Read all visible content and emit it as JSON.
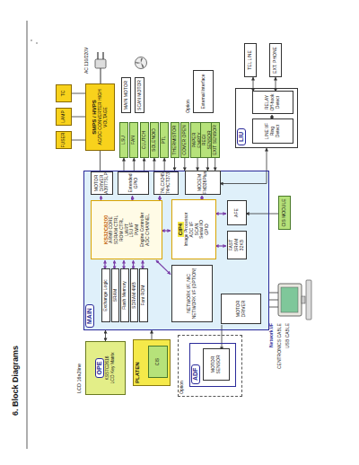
{
  "diagram": {
    "title": "6. Block Diagrams",
    "nodes": [
      {
        "text": [
          "MAIN"
        ]
      },
      {
        "text": [
          "Exchange Logic"
        ],
        "in": 0
      },
      {
        "text": [
          "SRAM"
        ],
        "in": 0
      },
      {
        "text": [
          "Flash Memory"
        ],
        "in": 0
      },
      {
        "text": [
          "SDRAM 4MB"
        ],
        "in": 0
      },
      {
        "text": [
          "Font ROM"
        ],
        "in": 0
      },
      {
        "text": [
          "KS32C6200",
          "ARM9 CORE",
          "SDRAM CTRL",
          "ROM CTRL",
          "UART",
          "LSU I/F",
          "PWM",
          "Engine Controller",
          "ADC CHANNEL"
        ],
        "in": 0
      },
      {
        "text": [
          "MOTOR DRIVER",
          "A3977SLP"
        ],
        "in": 0
      },
      {
        "text": [
          "Extended GPIO"
        ],
        "in": 0
      },
      {
        "text": [
          "74LCX245",
          "74HCT373"
        ],
        "in": 0
      },
      {
        "text": [
          "NETWORK I/F, NIC",
          "NETWORK I/F (OPTION)"
        ],
        "in": 0
      },
      {
        "text": [
          "CIP4",
          "Image Processor",
          "ADC I/F",
          "SCAN",
          "Serial I/O",
          "GPIO"
        ],
        "in": 0
      },
      {
        "text": [
          "MODEM",
          "FM336Plus"
        ],
        "in": 0
      },
      {
        "text": [
          "FAST SRAM",
          "32KB"
        ],
        "in": 0
      },
      {
        "text": [
          "AFE"
        ],
        "in": 0
      },
      {
        "text": [
          "MOTOR DRIVER"
        ],
        "in": 0
      },
      {
        "text": [
          "OPE",
          "KS57C2616",
          "LCD Key Matrix"
        ]
      },
      {
        "text": [
          "PLATEN"
        ]
      },
      {
        "text": [
          "CIS"
        ],
        "in": 17
      },
      {
        "text": [
          "Option"
        ]
      },
      {
        "text": [
          "ADF"
        ],
        "in": 19
      },
      {
        "text": [
          "MOTOR",
          "SENSOR"
        ],
        "in": 20
      },
      {
        "text": [
          "CIS MODULE"
        ]
      },
      {
        "text": [
          "External Interface"
        ]
      },
      {
        "text": [
          "SMPS / HVPS",
          "AC/DC CONVERTER HIGH VOLTAGE"
        ]
      },
      {
        "text": [
          "FUSER"
        ]
      },
      {
        "text": [
          "LAMP"
        ]
      },
      {
        "text": [
          "TC"
        ]
      },
      {
        "text": [
          "MAIN MOTOR"
        ]
      },
      {
        "text": [
          "SCAN MOTOR"
        ]
      },
      {
        "text": [
          "LSU"
        ]
      },
      {
        "text": [
          "FAN"
        ]
      },
      {
        "text": [
          "CLUTCH"
        ]
      },
      {
        "text": [
          "SOLENOID"
        ]
      },
      {
        "text": [
          "PTL"
        ]
      },
      {
        "text": [
          "THERMISTOR"
        ]
      },
      {
        "text": [
          "COVER OPEN"
        ]
      },
      {
        "text": [
          "PAPER EMPTY"
        ]
      },
      {
        "text": [
          "REGI SENSOR"
        ]
      },
      {
        "text": [
          "EXIT SENSOR"
        ]
      },
      {
        "text": [
          "LIU"
        ]
      },
      {
        "text": [
          "LINE I/F",
          "Ring Detect"
        ],
        "in": 40
      },
      {
        "text": [
          "RELAY",
          "Off-hook Detect"
        ],
        "in": 40
      },
      {
        "text": [
          "TEL LINE"
        ]
      },
      {
        "text": [
          "EXT. PHONE"
        ]
      }
    ],
    "edges": [
      {
        "from": 1,
        "to": 6,
        "arrow": "both"
      },
      {
        "from": 2,
        "to": 6,
        "arrow": "both"
      },
      {
        "from": 3,
        "to": 6,
        "arrow": "both"
      },
      {
        "from": 4,
        "to": 6,
        "arrow": "both"
      },
      {
        "from": 5,
        "to": 6,
        "arrow": "both"
      },
      {
        "from": 6,
        "to": 7,
        "arrow": "to"
      },
      {
        "from": 6,
        "to": 8,
        "arrow": "both"
      },
      {
        "from": 6,
        "to": 9,
        "arrow": "both"
      },
      {
        "from": 6,
        "to": 11,
        "arrow": "both"
      },
      {
        "from": 6,
        "to": 10,
        "arrow": "both"
      },
      {
        "from": 11,
        "to": 13,
        "arrow": "both"
      },
      {
        "from": 11,
        "to": 14,
        "arrow": "both"
      },
      {
        "from": 22,
        "to": 14,
        "arrow": "to"
      },
      {
        "from": 12,
        "to": 40,
        "arrow": "both"
      },
      {
        "from": 16,
        "to": 0,
        "arrow": "both"
      },
      {
        "from": 17,
        "to": 0,
        "arrow": "to"
      },
      {
        "from": 15,
        "to": 21,
        "arrow": "to"
      },
      {
        "from": 24,
        "to": 0,
        "arrow": "none"
      },
      {
        "from": 0,
        "to": 30,
        "arrow": "to"
      },
      {
        "from": 0,
        "to": 31,
        "arrow": "to"
      },
      {
        "from": 0,
        "to": 32,
        "arrow": "to"
      },
      {
        "from": 0,
        "to": 33,
        "arrow": "to"
      },
      {
        "from": 0,
        "to": 34,
        "arrow": "to"
      },
      {
        "from": 35,
        "to": 0,
        "arrow": "to"
      },
      {
        "from": 36,
        "to": 0,
        "arrow": "to"
      },
      {
        "from": 37,
        "to": 0,
        "arrow": "to"
      },
      {
        "from": 38,
        "to": 0,
        "arrow": "to"
      },
      {
        "from": 39,
        "to": 0,
        "arrow": "to"
      },
      {
        "from": 41,
        "to": 42,
        "arrow": "both"
      },
      {
        "from": 42,
        "to": 43,
        "arrow": "both"
      },
      {
        "from": 42,
        "to": 44,
        "arrow": "both"
      },
      {
        "from": 25,
        "to": 24,
        "arrow": "none"
      },
      {
        "from": 26,
        "to": 24,
        "arrow": "none"
      },
      {
        "from": 27,
        "to": 24,
        "arrow": "none"
      },
      {
        "from": 11,
        "to": 12,
        "arrow": "both"
      }
    ],
    "labels": [
      "LCD 16x2line",
      "Option",
      "Network I/F",
      "CENTRONICS CABLE",
      "USB CABLE",
      "AC 110/220V"
    ]
  }
}
